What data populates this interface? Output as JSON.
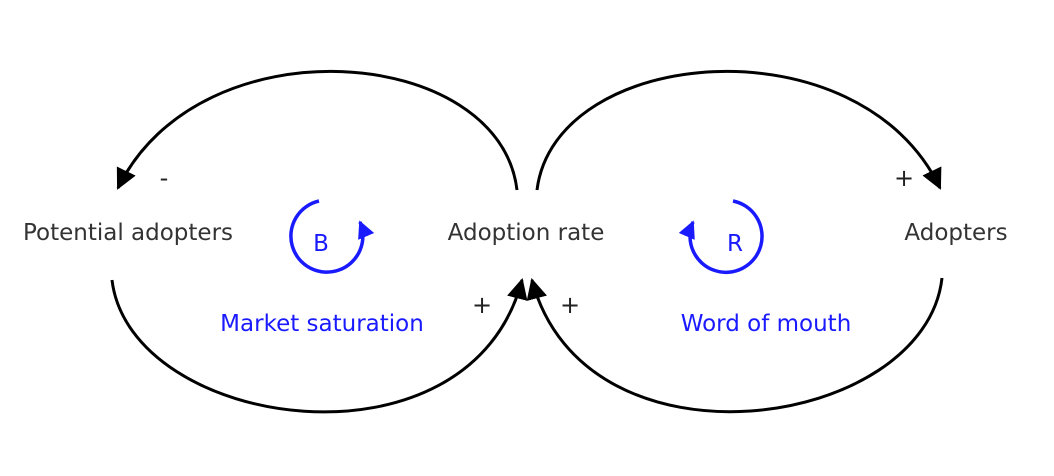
{
  "nodes": {
    "potential_adopters": "Potential adopters",
    "adoption_rate": "Adoption rate",
    "adopters": "Adopters"
  },
  "loops": {
    "balancing": {
      "letter": "B",
      "name": "Market saturation"
    },
    "reinforcing": {
      "letter": "R",
      "name": "Word of mouth"
    }
  },
  "polarities": {
    "rate_to_potential": "-",
    "rate_to_adopters": "+",
    "potential_to_rate": "+",
    "adopters_to_rate": "+"
  },
  "colors": {
    "link": "#000000",
    "loop": "#1a1aff",
    "node_text": "#333333"
  }
}
